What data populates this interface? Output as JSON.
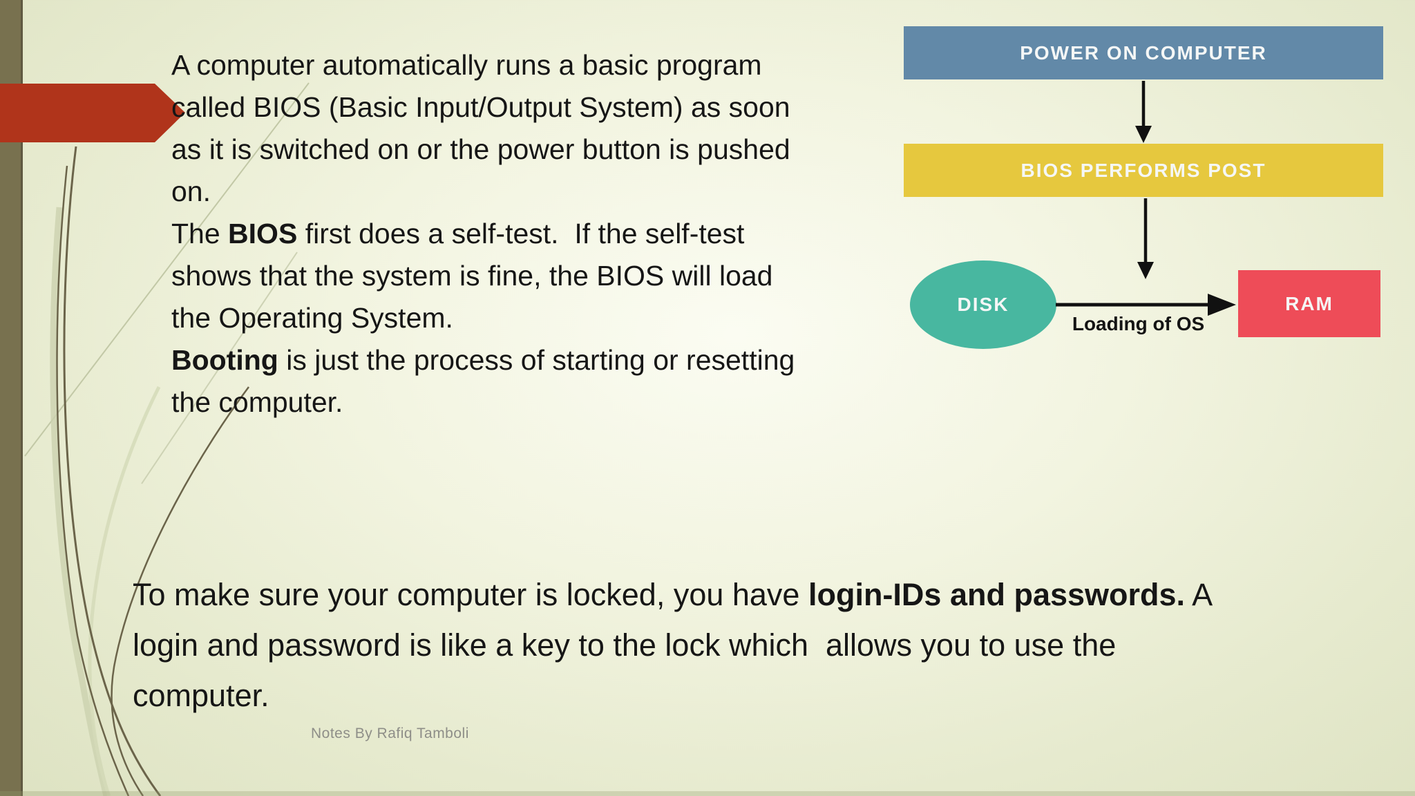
{
  "slide": {
    "body_text": {
      "para1": {
        "seg1": "A computer automatically runs a basic program\ncalled BIOS (Basic Input/Output System) as soon\nas it is switched on or the power button is pushed\non.\nThe ",
        "bios_bold": "BIOS",
        "seg3": " first does a self-test.  If the self-test\nshows that the system is fine, the BIOS will load\nthe Operating System.\n",
        "booting_bold": "Booting",
        "seg5": " is just the process of starting or resetting\nthe computer."
      },
      "para2": {
        "seg1": "To make sure your computer is locked, you have ",
        "bold": "login-IDs and passwords.",
        "seg3": " A\nlogin and password is like a key to the lock which  allows you to use the\ncomputer."
      }
    },
    "diagram": {
      "power_box_label": "POWER ON COMPUTER",
      "post_box_label": "BIOS PERFORMS POST",
      "disk_label": "DISK",
      "ram_label": "RAM",
      "loading_label": "Loading of OS"
    },
    "footer": "Notes By Rafiq Tamboli",
    "colors": {
      "accent_bar_olive": "#78714f",
      "banner_arrow_red": "#b0341b",
      "power_box_blue": "#6289a8",
      "post_box_yellow": "#e6c83e",
      "disk_teal": "#48b7a0",
      "ram_red": "#ee4c58",
      "flow_arrow_black": "#111111",
      "body_text_black": "#161616",
      "footer_gray": "#8e8e88"
    }
  }
}
